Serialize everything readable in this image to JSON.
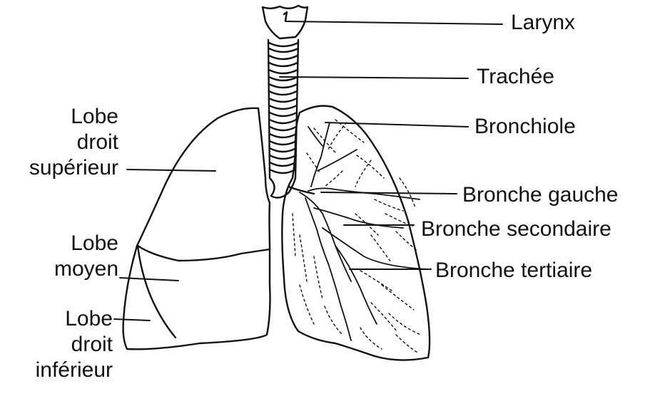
{
  "labels": {
    "larynx": "Larynx",
    "trachee": "Trachée",
    "bronchiole": "Bronchiole",
    "bronche_gauche": "Bronche gauche",
    "bronche_secondaire": "Bronche secondaire",
    "bronche_tertiaire": "Bronche tertiaire",
    "lobe_superieur": [
      "Lobe",
      "droit",
      "supérieur"
    ],
    "lobe_moyen": [
      "Lobe",
      "moyen"
    ],
    "lobe_inferieur": [
      "Lobe",
      "droit",
      "inférieur"
    ]
  },
  "colors": {
    "ink": "#111111",
    "background": "#ffffff"
  }
}
